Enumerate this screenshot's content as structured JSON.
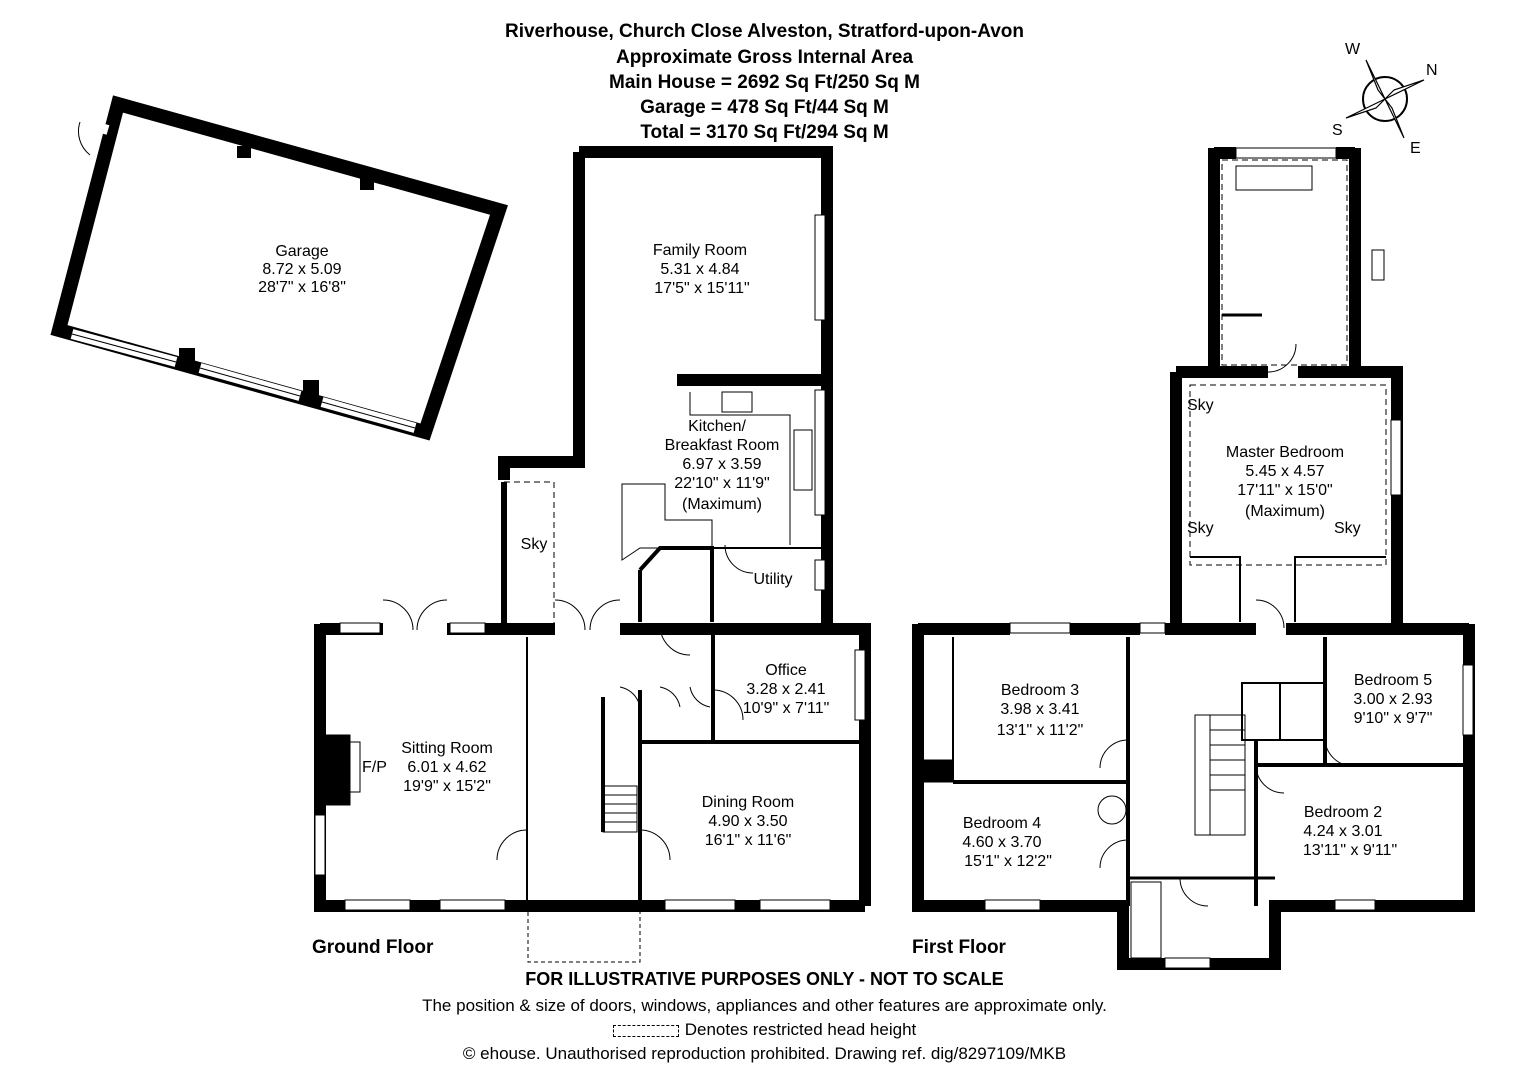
{
  "header": {
    "address": "Riverhouse, Church Close Alveston, Stratford-upon-Avon",
    "area_heading": "Approximate Gross Internal Area",
    "main_house": "Main House = 2692 Sq Ft/250 Sq M",
    "garage": "Garage = 478 Sq Ft/44 Sq M",
    "total": "Total = 3170 Sq Ft/294 Sq M"
  },
  "compass": {
    "w": "W",
    "n": "N",
    "s": "S",
    "e": "E"
  },
  "garage": {
    "name": "Garage",
    "metric": "8.72 x 5.09",
    "imperial": "28'7\" x 16'8\""
  },
  "ground_floor": {
    "label": "Ground Floor",
    "family_room": {
      "name": "Family Room",
      "metric": "5.31 x 4.84",
      "imperial": "17'5\" x 15'11\""
    },
    "kitchen": {
      "name1": "Kitchen/",
      "name2": "Breakfast Room",
      "metric": "6.97 x 3.59",
      "imperial": "22'10\" x 11'9\"",
      "note": "(Maximum)"
    },
    "sky": "Sky",
    "utility": "Utility",
    "office": {
      "name": "Office",
      "metric": "3.28 x 2.41",
      "imperial": "10'9\" x 7'11\""
    },
    "sitting_room": {
      "name": "Sitting Room",
      "metric": "6.01 x 4.62",
      "imperial": "19'9\" x 15'2\"",
      "fp": "F/P"
    },
    "dining_room": {
      "name": "Dining Room",
      "metric": "4.90 x 3.50",
      "imperial": "16'1\" x 11'6\""
    }
  },
  "first_floor": {
    "label": "First Floor",
    "master": {
      "name": "Master Bedroom",
      "metric": "5.45 x 4.57",
      "imperial": "17'11\" x 15'0\"",
      "note": "(Maximum)",
      "sky": "Sky"
    },
    "bedroom3": {
      "name": "Bedroom 3",
      "metric": "3.98 x 3.41",
      "imperial": "13'1\" x 11'2\""
    },
    "bedroom4": {
      "name": "Bedroom 4",
      "metric": "4.60 x 3.70",
      "imperial": "15'1\" x 12'2\""
    },
    "bedroom5": {
      "name": "Bedroom 5",
      "metric": "3.00 x 2.93",
      "imperial": "9'10\" x 9'7\""
    },
    "bedroom2": {
      "name": "Bedroom 2",
      "metric": "4.24 x 3.01",
      "imperial": "13'11\" x 9'11\""
    }
  },
  "footer": {
    "disclaimer": "FOR ILLUSTRATIVE PURPOSES ONLY - NOT TO SCALE",
    "note": "The position & size of doors, windows, appliances and other features are approximate only.",
    "restricted": "Denotes restricted head height",
    "copyright": "© ehouse. Unauthorised reproduction prohibited. Drawing ref. dig/8297109/MKB"
  }
}
